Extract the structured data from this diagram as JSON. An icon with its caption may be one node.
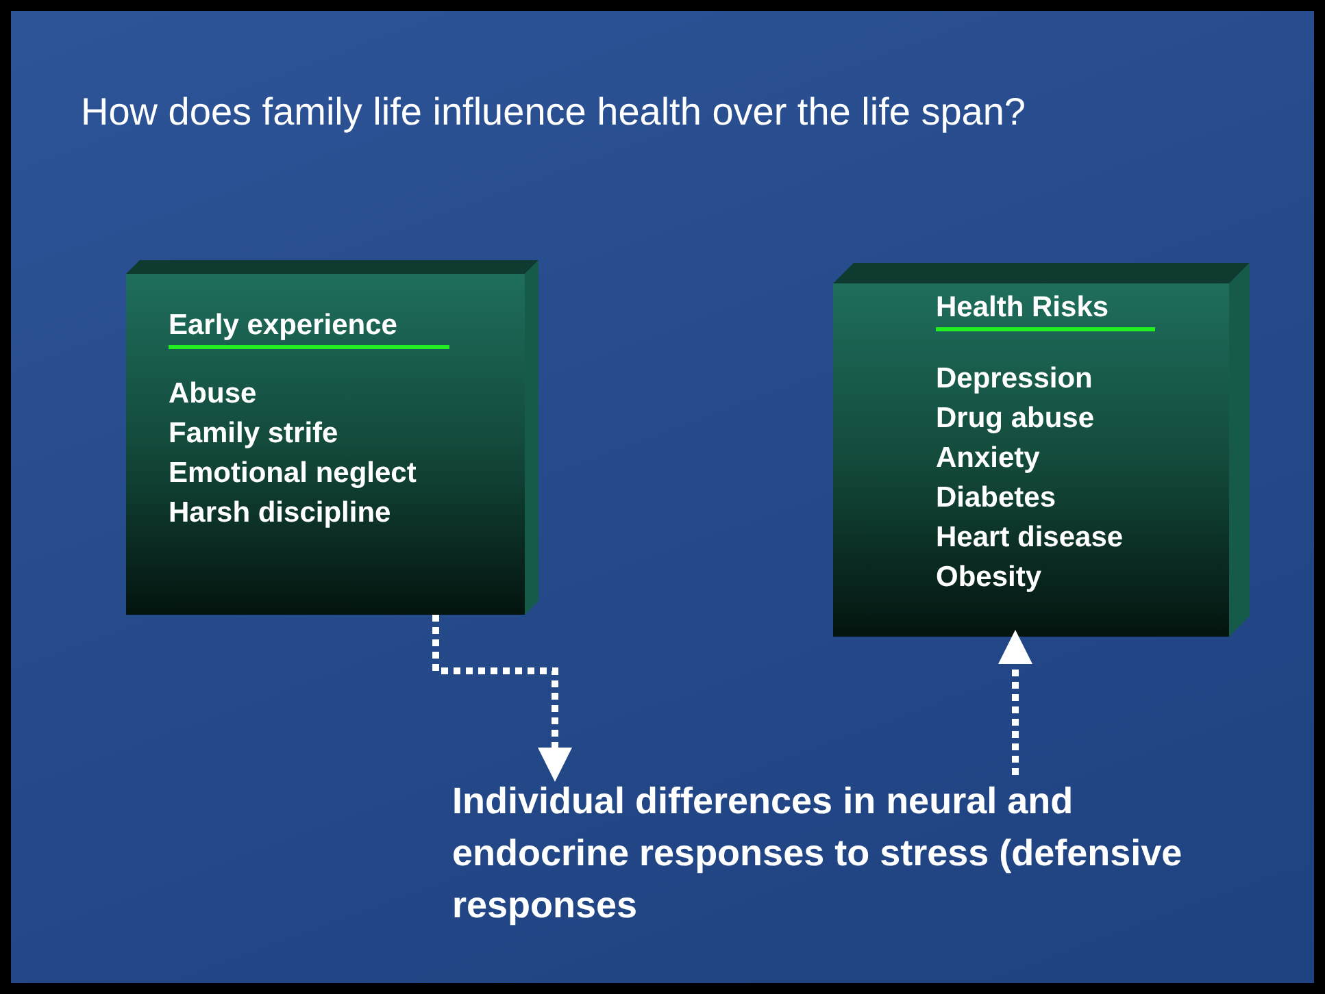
{
  "diagram": {
    "title": "How does family life influence health over the life span?",
    "nodes": [
      {
        "text": [
          "Early experience",
          "Abuse",
          "Family strife",
          "Emotional neglect",
          "Harsh discipline"
        ]
      },
      {
        "text": [
          "Health Risks",
          "Depression",
          "Drug abuse",
          "Anxiety",
          "Diabetes",
          "Heart disease",
          "Obesity"
        ]
      },
      {
        "text": [
          "Individual differences in neural and endocrine responses to stress (defensive responses"
        ]
      }
    ],
    "edges": [
      {
        "from": 0,
        "to": 2,
        "arrow": "to",
        "style": "dashed"
      },
      {
        "from": 2,
        "to": 1,
        "arrow": "to",
        "style": "dashed"
      }
    ]
  }
}
